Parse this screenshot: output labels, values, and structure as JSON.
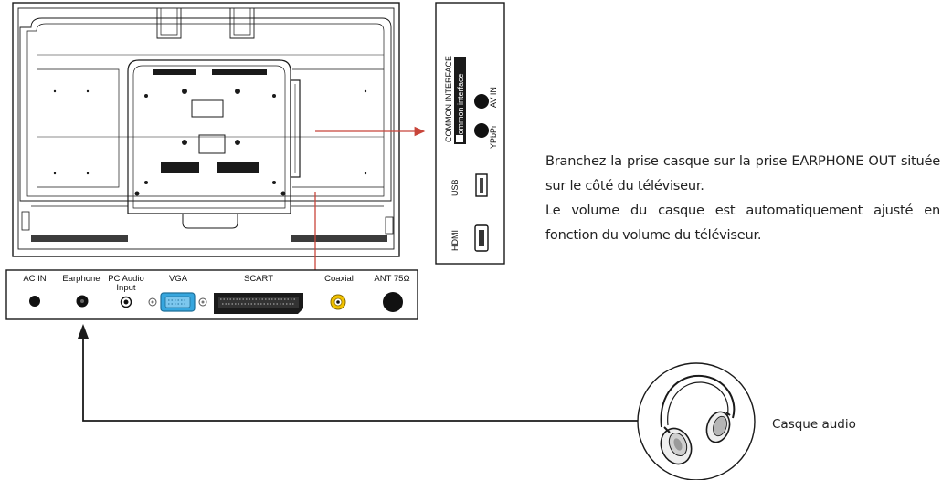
{
  "ports_panel": {
    "ac_in": "AC IN",
    "earphone": "Earphone",
    "pc_audio_line1": "PC Audio",
    "pc_audio_line2": "Input",
    "vga": "VGA",
    "scart": "SCART",
    "coaxial": "Coaxial",
    "ant": "ANT 75Ω"
  },
  "side_panel": {
    "common_interface_title": "COMMON INTERFACE",
    "common_interface_slot": "Common interface",
    "av_in": "AV IN",
    "ypbpr": "YPbPr",
    "usb": "USB",
    "hdmi": "HDMI"
  },
  "instructions": {
    "paragraph_1": "Branchez la prise casque sur la prise EARPHONE OUT située sur le côté du téléviseur.",
    "paragraph_2": "Le volume du casque est automatiquement ajusté en fonction du volume du téléviseur."
  },
  "headphones": {
    "caption": "Casque audio"
  },
  "colors": {
    "arrow_red": "#c8453a",
    "vga_blue": "#36a6de",
    "coaxial_yellow": "#f2c200",
    "line": "#1a1a1a"
  }
}
